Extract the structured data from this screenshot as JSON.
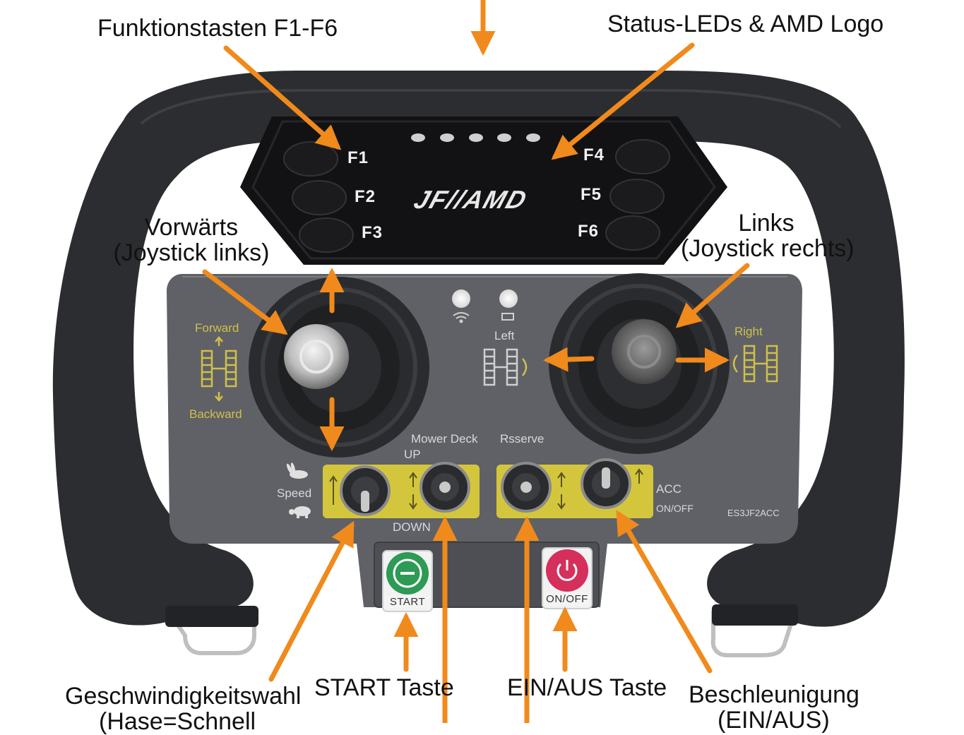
{
  "callouts": {
    "function_keys": "Funktionstasten F1-F6",
    "status_leds": "Status-LEDs & AMD Logo",
    "forward": "Vorwärts",
    "forward_sub": "(Joystick links)",
    "left": "Links",
    "left_sub": "(Joystick rechts)",
    "speed_select": "Geschwindigkeitswahl",
    "speed_select_sub": "(Hase=Schnell",
    "start_key": "START Taste",
    "on_off_key": "EIN/AUS Taste",
    "acceleration": "Beschleunigung",
    "acceleration_sub": "(EIN/AUS)"
  },
  "controller": {
    "function_keys": [
      "F1",
      "F2",
      "F3",
      "F4",
      "F5",
      "F6"
    ],
    "logo": "JF//AMD",
    "labels": {
      "forward": "Forward",
      "backward": "Backward",
      "left": "Left",
      "right": "Right",
      "mower_deck": "Mower Deck",
      "up": "UP",
      "down": "DOWN",
      "reserve": "Rsserve",
      "speed": "Speed",
      "acc": "ACC",
      "acc_onoff": "ON/OFF",
      "model": "ES3JF2ACC"
    },
    "buttons": {
      "start": "START",
      "onoff": "ON/OFF"
    }
  },
  "colors": {
    "arrow": "#f08a1c",
    "body": "#5f6166",
    "handle": "#2c2d30",
    "panel": "#121214",
    "toggle_plate": "#d4c63c",
    "start_green": "#2d9a55",
    "power_red": "#d52f5c"
  },
  "icons": [
    "wifi-icon",
    "battery-icon",
    "rabbit-icon",
    "turtle-icon",
    "minus-icon",
    "power-icon"
  ]
}
